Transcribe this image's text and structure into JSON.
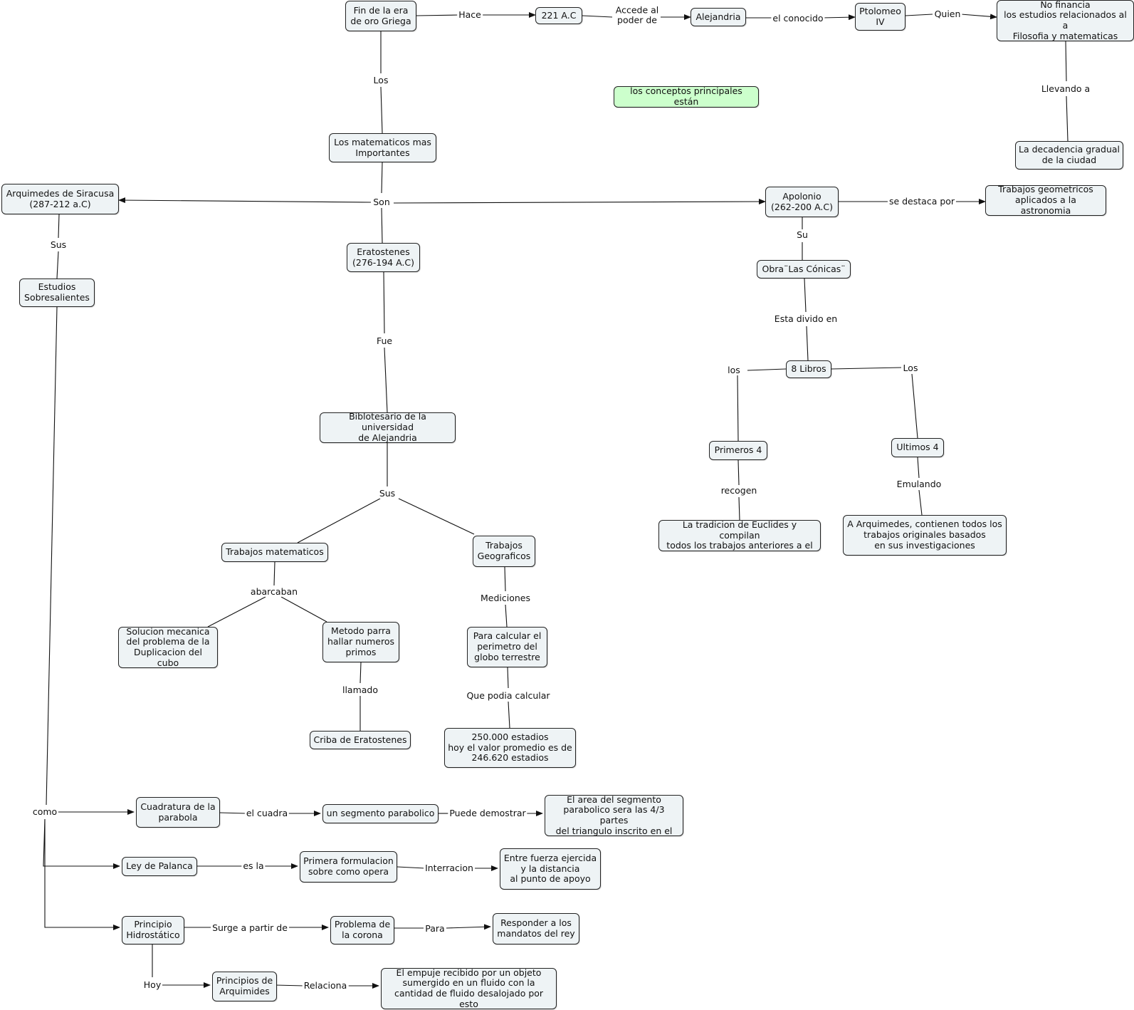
{
  "nodes": {
    "fin": "Fin de la era\nde oro Griega",
    "a221": "221 A.C",
    "alejandria": "Alejandria",
    "ptolomeo": "Ptolomeo\nIV",
    "nofin": "No financia\nlos estudios relacionados al a\nFilosofia y matematicas",
    "conceptos": "los conceptos principales están",
    "decadencia": "La decadencia gradual\nde la ciudad",
    "matematicos": "Los matematicos mas\nImportantes",
    "arquimedes": "Arquimedes de Siracusa\n(287-212 a.C)",
    "apolonio": "Apolonio\n(262-200 A.C)",
    "trabgeo": "Trabajos geometricos\naplicados a la astronomia",
    "eratostenes": "Eratostenes\n(276-194 A.C)",
    "estudios": "Estudios\nSobresalientes",
    "obra": "Obra¨Las Cónicas¨",
    "libros": "8 Libros",
    "biblio": "Biblotesario de la universidad\nde Alejandria",
    "primeros": "Primeros 4",
    "ultimos": "Ultimos 4",
    "tradicion": "La tradicion de Euclides y compilan\ntodos los trabajos anteriores a el",
    "arquicont": "A Arquimedes, contienen todos los\ntrabajos originales basados\nen sus investigaciones",
    "trabmat": "Trabajos matematicos",
    "trabgeog": "Trabajos\nGeograficos",
    "solucion": "Solucion mecanica\ndel problema de la\nDuplicacion del cubo",
    "metodo": "Metodo parra\nhallar numeros\nprimos",
    "perimetro": "Para calcular el\nperimetro del\nglobo terrestre",
    "criba": "Criba de Eratostenes",
    "estadios": "250.000 estadios\nhoy el valor promedio es de\n246.620 estadios",
    "cuadratura": "Cuadratura de la\nparabola",
    "segmento": "un segmento parabolico",
    "area": "El area del segmento\nparabolico sera las 4/3 partes\ndel triangulo inscrito en el",
    "palanca": "Ley de Palanca",
    "primera": "Primera formulacion\nsobre como opera",
    "fuerza": "Entre fuerza ejercida\ny la distancia\nal punto de apoyo",
    "hidro": "Principio\nHidrostático",
    "corona": "Problema de\nla corona",
    "responder": "Responder a los\nmandatos del rey",
    "principios": "Principios de\nArquimides",
    "empuje": "El empuje recibido por un objeto\nsumergido en un fluido con la\ncantidad de fluido desalojado por esto"
  },
  "labels": {
    "hace": "Hace",
    "accede": "Accede al\npoder de",
    "conocido": "el conocido",
    "quien": "Quien",
    "llevando": "Llevando a",
    "los": "Los",
    "son": "Son",
    "destaca": "se destaca por",
    "sus_arq": "Sus",
    "su": "Su",
    "esta": "Esta divido en",
    "fue": "Fue",
    "los_l": "los",
    "los_r": "Los",
    "recogen": "recogen",
    "emulando": "Emulando",
    "sus_bib": "Sus",
    "abarcaban": "abarcaban",
    "mediciones": "Mediciones",
    "llamado": "llamado",
    "quepodia": "Que podia calcular",
    "como": "como",
    "cuadra": "el cuadra",
    "puede": "Puede demostrar",
    "esla": "es la",
    "interaccion": "Interracion",
    "surge": "Surge a partir de",
    "para": "Para",
    "hoy": "Hoy",
    "relaciona": "Relaciona"
  }
}
